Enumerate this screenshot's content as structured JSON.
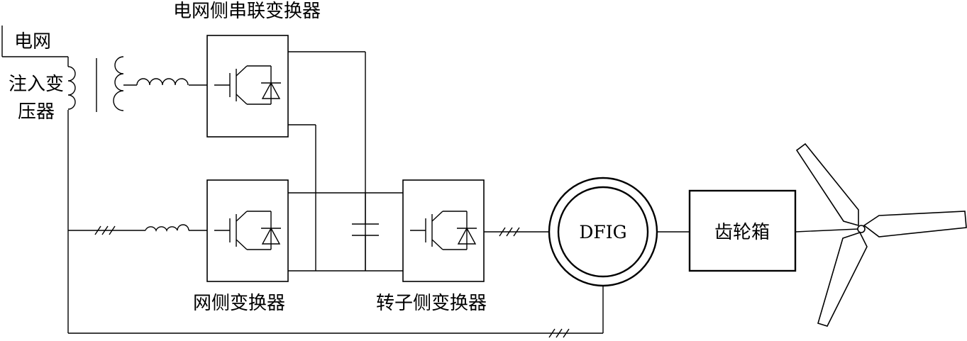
{
  "labels": {
    "series_converter": "电网侧串联变换器",
    "grid": "电网",
    "inject_transformer_line1": "注入变",
    "inject_transformer_line2": "压器",
    "grid_side_converter": "网侧变换器",
    "rotor_side_converter": "转子侧变换器",
    "generator": "DFIG",
    "gearbox": "齿轮箱"
  },
  "colors": {
    "stroke": "#000000",
    "fill": "#ffffff",
    "text": "#000000"
  }
}
